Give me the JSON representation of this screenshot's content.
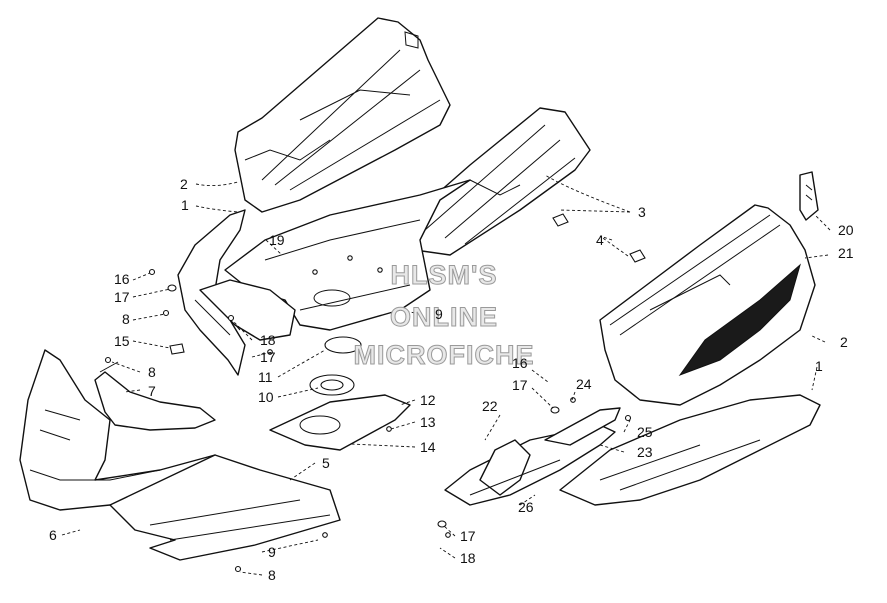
{
  "watermark": {
    "line1": "HLSM'S",
    "line2": "ONLINE",
    "line3": "MICROFICHE"
  },
  "callouts": [
    {
      "id": "c-2-left",
      "text": "2"
    },
    {
      "id": "c-1-left",
      "text": "1"
    },
    {
      "id": "c-19",
      "text": "19"
    },
    {
      "id": "c-16-left",
      "text": "16"
    },
    {
      "id": "c-17-left",
      "text": "17"
    },
    {
      "id": "c-8-left",
      "text": "8"
    },
    {
      "id": "c-15",
      "text": "15"
    },
    {
      "id": "c-18-mid",
      "text": "18"
    },
    {
      "id": "c-17-mid",
      "text": "17"
    },
    {
      "id": "c-9-top",
      "text": "9"
    },
    {
      "id": "c-11",
      "text": "11"
    },
    {
      "id": "c-10",
      "text": "10"
    },
    {
      "id": "c-8-mid",
      "text": "8"
    },
    {
      "id": "c-7",
      "text": "7"
    },
    {
      "id": "c-12",
      "text": "12"
    },
    {
      "id": "c-13",
      "text": "13"
    },
    {
      "id": "c-14",
      "text": "14"
    },
    {
      "id": "c-5",
      "text": "5"
    },
    {
      "id": "c-6",
      "text": "6"
    },
    {
      "id": "c-9-bottom",
      "text": "9"
    },
    {
      "id": "c-8-bottom",
      "text": "8"
    },
    {
      "id": "c-3",
      "text": "3"
    },
    {
      "id": "c-4",
      "text": "4"
    },
    {
      "id": "c-20",
      "text": "20"
    },
    {
      "id": "c-21",
      "text": "21"
    },
    {
      "id": "c-2-right",
      "text": "2"
    },
    {
      "id": "c-1-right",
      "text": "1"
    },
    {
      "id": "c-16-right",
      "text": "16"
    },
    {
      "id": "c-17-right",
      "text": "17"
    },
    {
      "id": "c-24",
      "text": "24"
    },
    {
      "id": "c-22",
      "text": "22"
    },
    {
      "id": "c-25",
      "text": "25"
    },
    {
      "id": "c-23",
      "text": "23"
    },
    {
      "id": "c-26",
      "text": "26"
    },
    {
      "id": "c-17-bottom",
      "text": "17"
    },
    {
      "id": "c-18-bottom",
      "text": "18"
    }
  ]
}
